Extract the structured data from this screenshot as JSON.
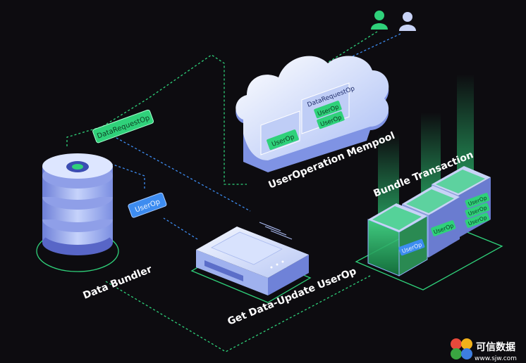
{
  "labels": {
    "data_bundler": "Data Bundler",
    "get_data_update": "Get Data-Update UserOp",
    "mempool": "UserOperation Mempool",
    "bundle_transaction": "Bundle Transaction"
  },
  "tags": {
    "left_datarequest": "DataRequestOp",
    "left_userop": "UserOp",
    "cloud_datarequest": "DataRequestOp",
    "cloud_userop_1": "UserOp",
    "cloud_userop_2": "UserOp",
    "cloud_userop_3": "UserOp",
    "block_userop_1": "UserOp",
    "block_userop_2": "UserOp",
    "block_userop_3": "UserOp",
    "block_userop_4": "UserOp",
    "block_userop_5": "UserOp"
  },
  "watermark": {
    "cn": "可信数据",
    "url": "www.sjw.com"
  },
  "icons": [
    "user-icon-green",
    "user-icon-blue",
    "database-icon",
    "server-icon",
    "cloud-icon",
    "block-icon"
  ],
  "colors": {
    "background": "#0d0c10",
    "accent_green": "#2fd17a",
    "accent_blue": "#3d8cf0",
    "panel_blue": "#c8d3f6",
    "cloud": "#dde6ff"
  }
}
